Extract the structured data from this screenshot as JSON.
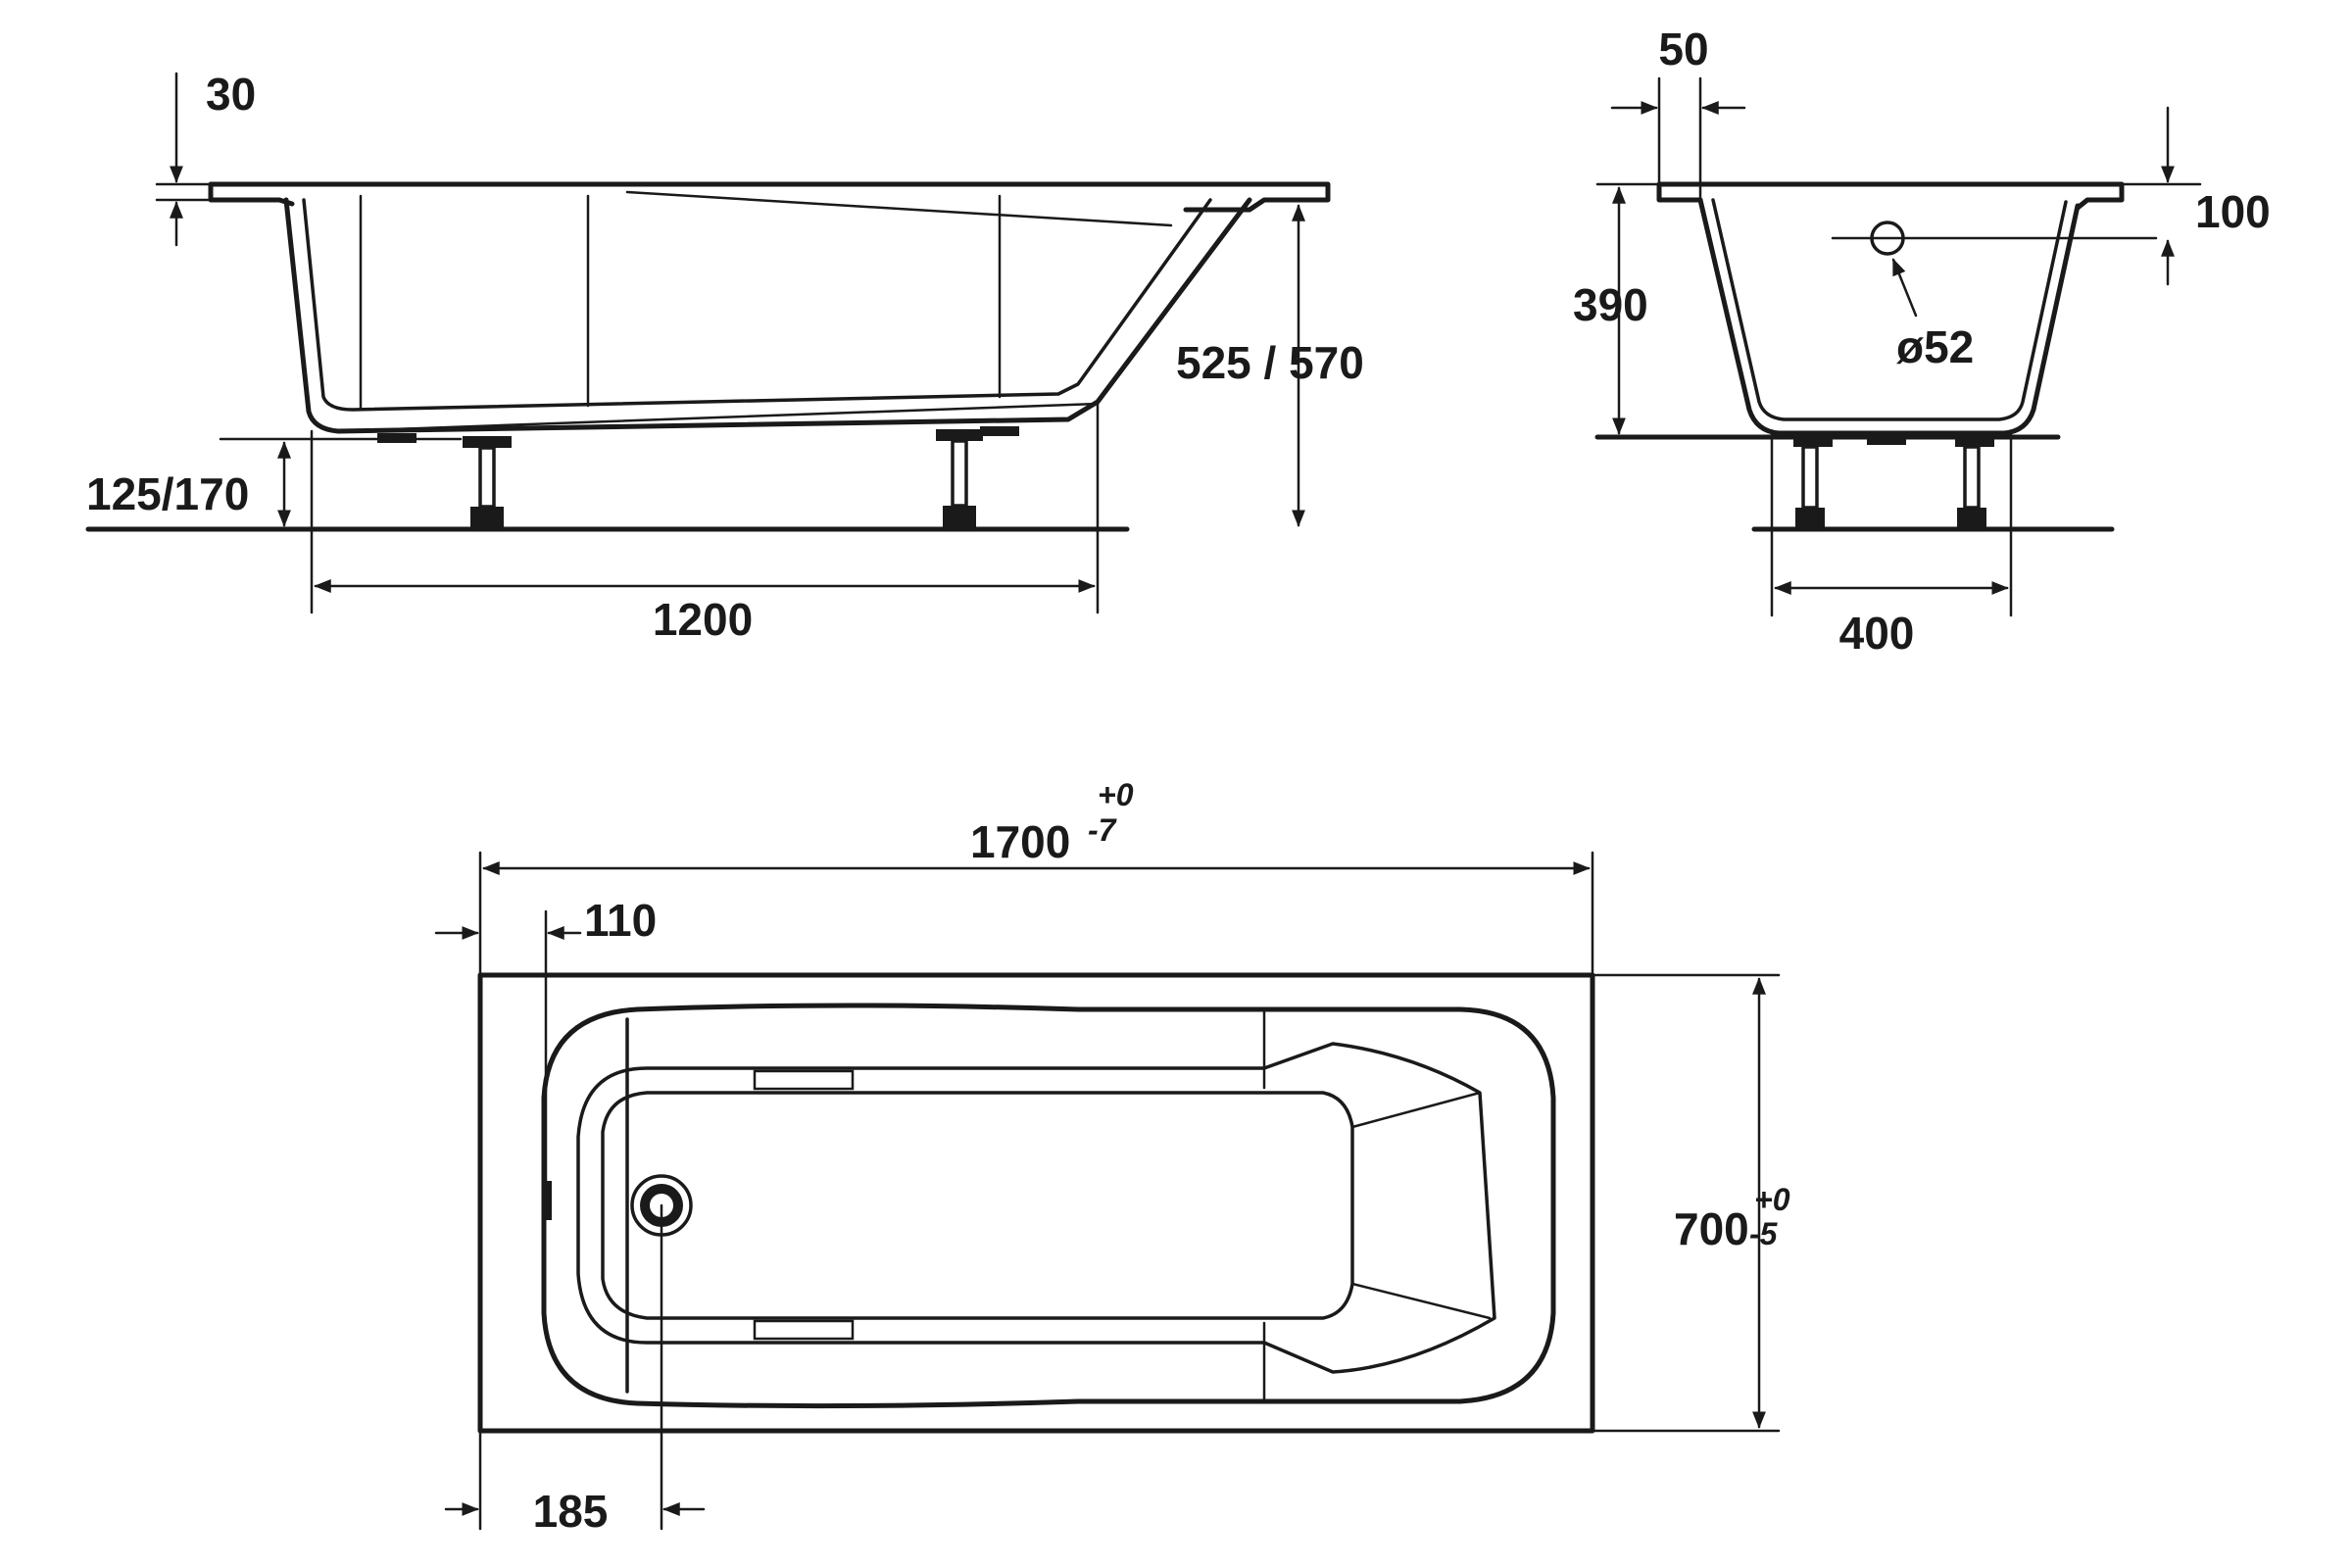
{
  "side_view": {
    "rim_thickness": "30",
    "leg_height": "125/170",
    "total_height": "525 / 570",
    "bottom_length": "1200"
  },
  "end_view": {
    "rim_width": "50",
    "overflow_drop": "100",
    "inner_depth": "390",
    "overflow_diameter": "ø52",
    "bottom_width": "400"
  },
  "top_view": {
    "length": "1700",
    "length_tol_plus": "+0",
    "length_tol_minus": "-7",
    "width": "700",
    "width_tol_plus": "+0",
    "width_tol_minus": "-5",
    "overflow_offset": "110",
    "drain_offset": "185"
  }
}
